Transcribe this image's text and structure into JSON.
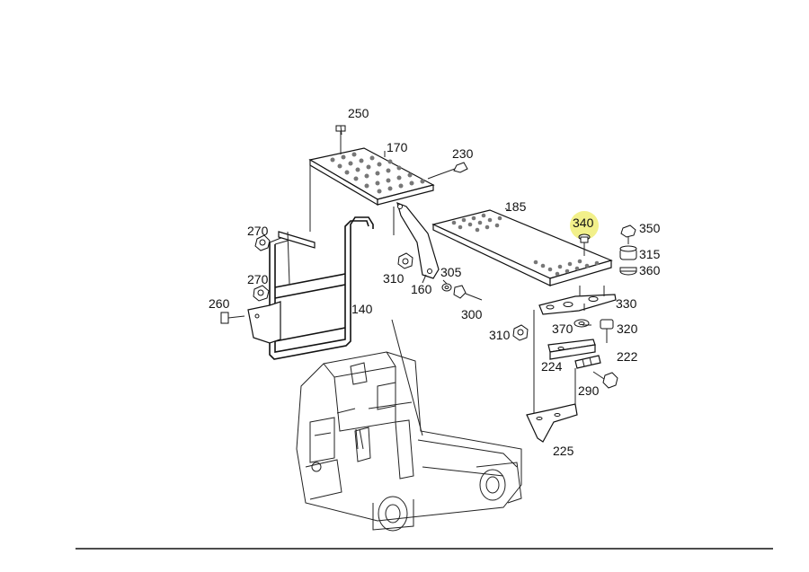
{
  "highlight_color": "#f2f08a",
  "callouts": {
    "c250": "250",
    "c170": "170",
    "c230": "230",
    "c185": "185",
    "c340": "340",
    "c350": "350",
    "c315": "315",
    "c360": "360",
    "c270a": "270",
    "c270b": "270",
    "c310a": "310",
    "c305": "305",
    "c160": "160",
    "c300": "300",
    "c260": "260",
    "c140": "140",
    "c330": "330",
    "c310b": "310",
    "c370": "370",
    "c320": "320",
    "c224": "224",
    "c222": "222",
    "c290": "290",
    "c225": "225"
  }
}
